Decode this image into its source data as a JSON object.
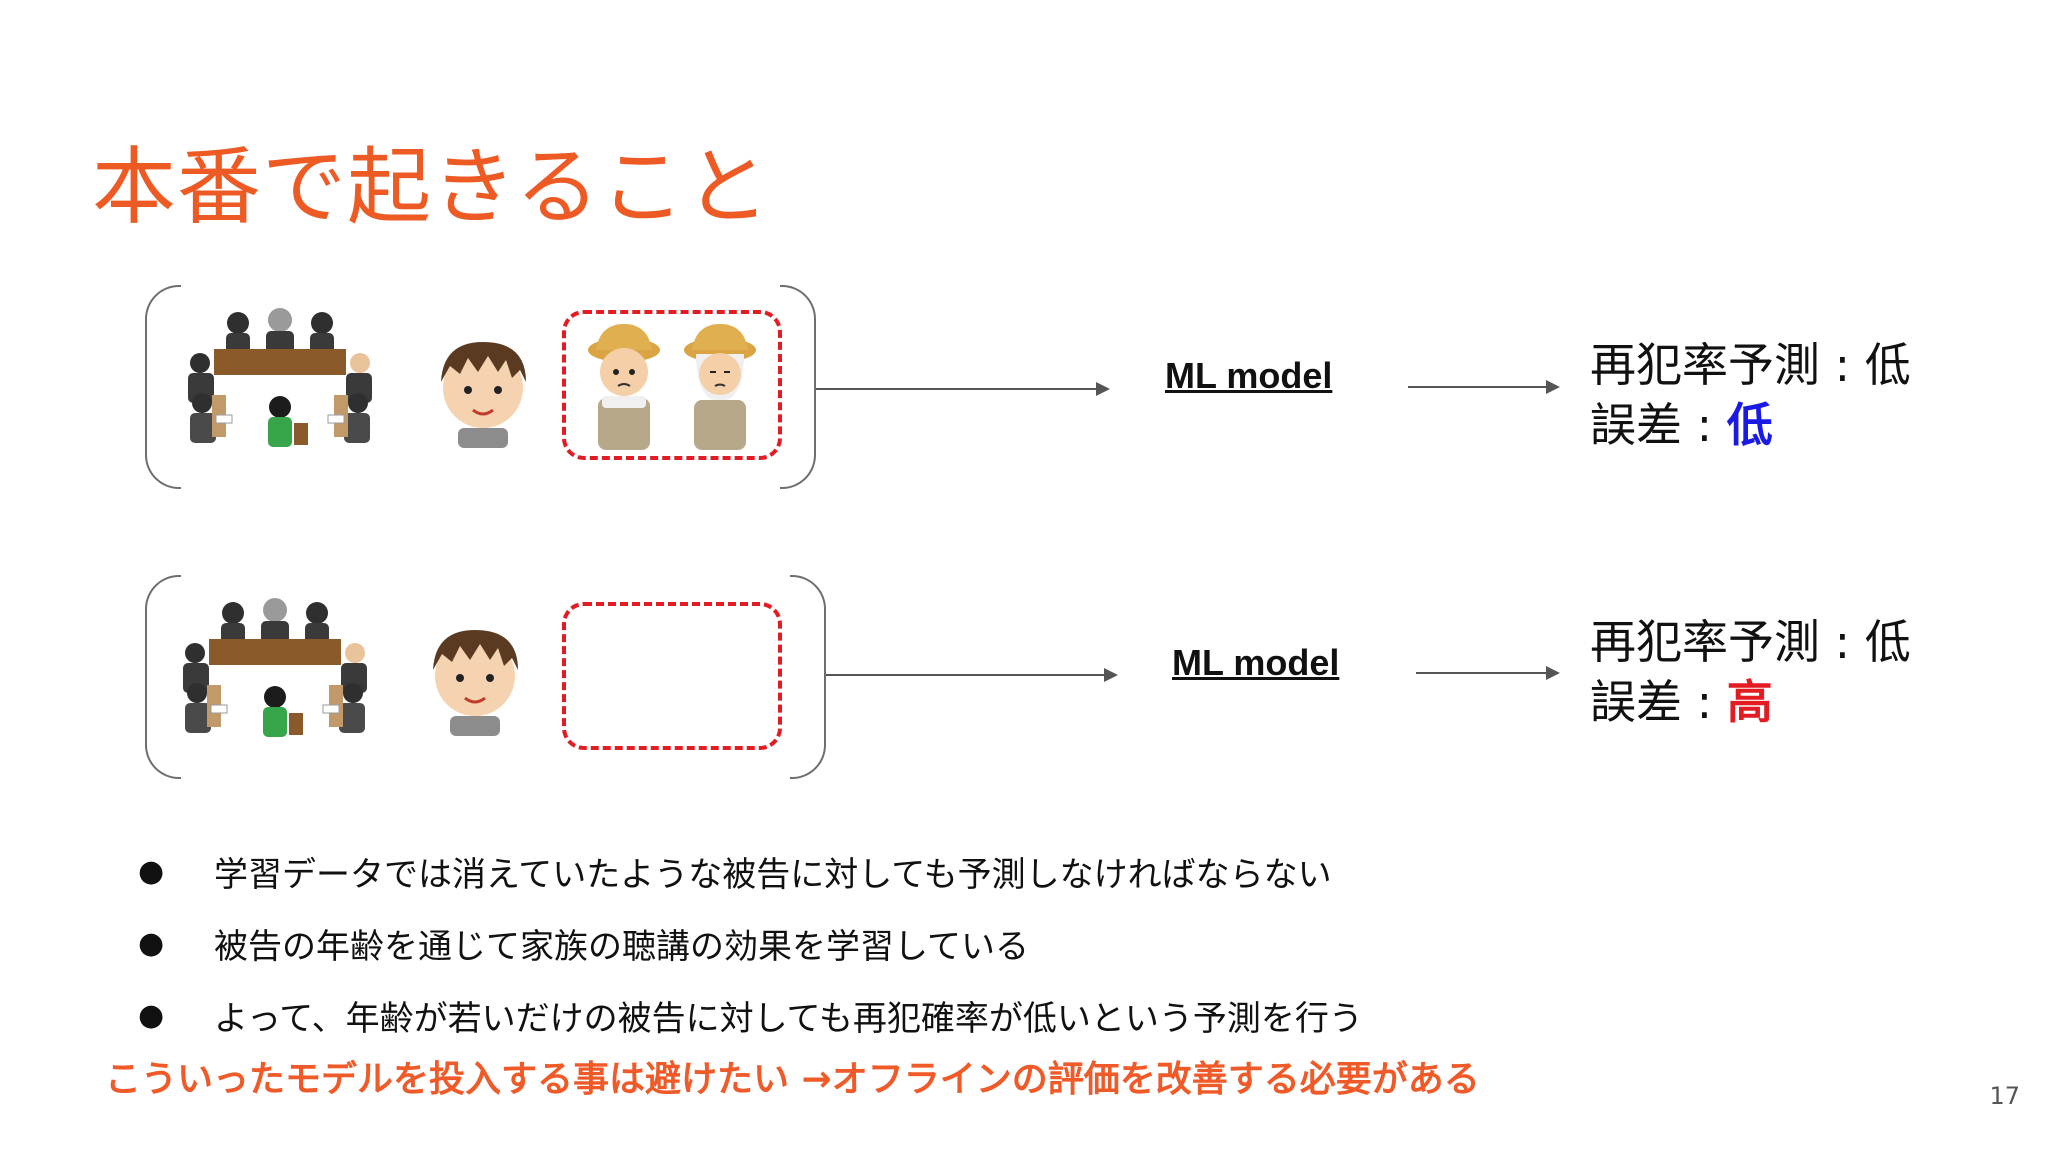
{
  "slide": {
    "title": "本番で起きること",
    "page_number": "17"
  },
  "rows": [
    {
      "model_label": "ML model",
      "prediction_label": "再犯率予測 : ",
      "prediction_value": "低",
      "error_label": "誤差 : ",
      "error_value": "低",
      "error_color": "#1a1ae6"
    },
    {
      "model_label": "ML model",
      "prediction_label": "再犯率予測 : ",
      "prediction_value": "低",
      "error_label": "誤差 : ",
      "error_value": "高",
      "error_color": "#e31b23"
    }
  ],
  "bullets": [
    "学習データでは消えていたような被告に対しても予測しなければならない",
    "被告の年齢を通じて家族の聴講の効果を学習している",
    "よって、年齢が若いだけの被告に対しても再犯確率が低いという予測を行う"
  ],
  "conclusion": "こういったモデルを投入する事は避けたい →オフラインの評価を改善する必要がある",
  "icons": {
    "courtroom": "courtroom-icon",
    "defendant": "young-man-icon",
    "family": "family-members-icon"
  }
}
